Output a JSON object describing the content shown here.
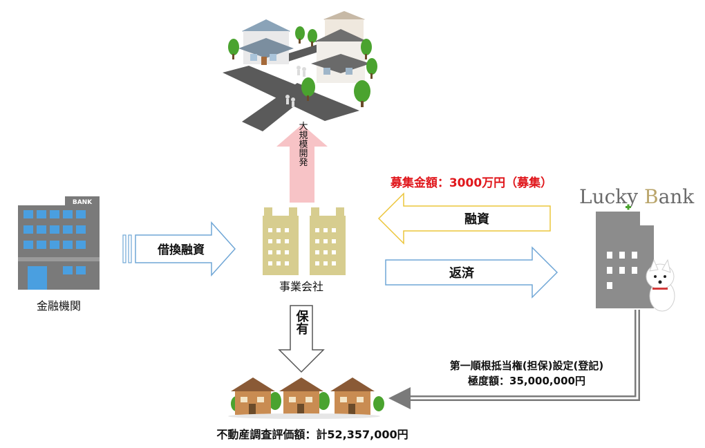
{
  "diagram": {
    "development_label": "大規模開発",
    "bank_sign": "BANK",
    "financial_institution_label": "金融機関",
    "refinance_label": "借換融資",
    "company_label": "事業会社",
    "recruitment_label": "募集金額：3000万円（募集）",
    "loan_label": "融資",
    "repay_label": "返済",
    "brand": {
      "name_part1": "Lucky ",
      "name_part2": "B",
      "name_part3": "ank"
    },
    "hold_label": "保有",
    "mortgage_label_line1": "第一順根抵当権(担保)設定(登記)",
    "mortgage_label_line2": "極度額：35,000,000円",
    "property_label": "不動産調査評価額：計52,357,000円"
  },
  "colors": {
    "recruitment_text": "#e0161b",
    "up_arrow": "#f7c3c6",
    "loan_arrow_border": "#ecc53a",
    "repay_arrow_border": "#6fa6d6",
    "company_building": "#d7cd8f",
    "bank_building": "#7a7a7a",
    "lucky_bank_building": "#8c8c8c",
    "flow_line": "#7a7a7a"
  }
}
